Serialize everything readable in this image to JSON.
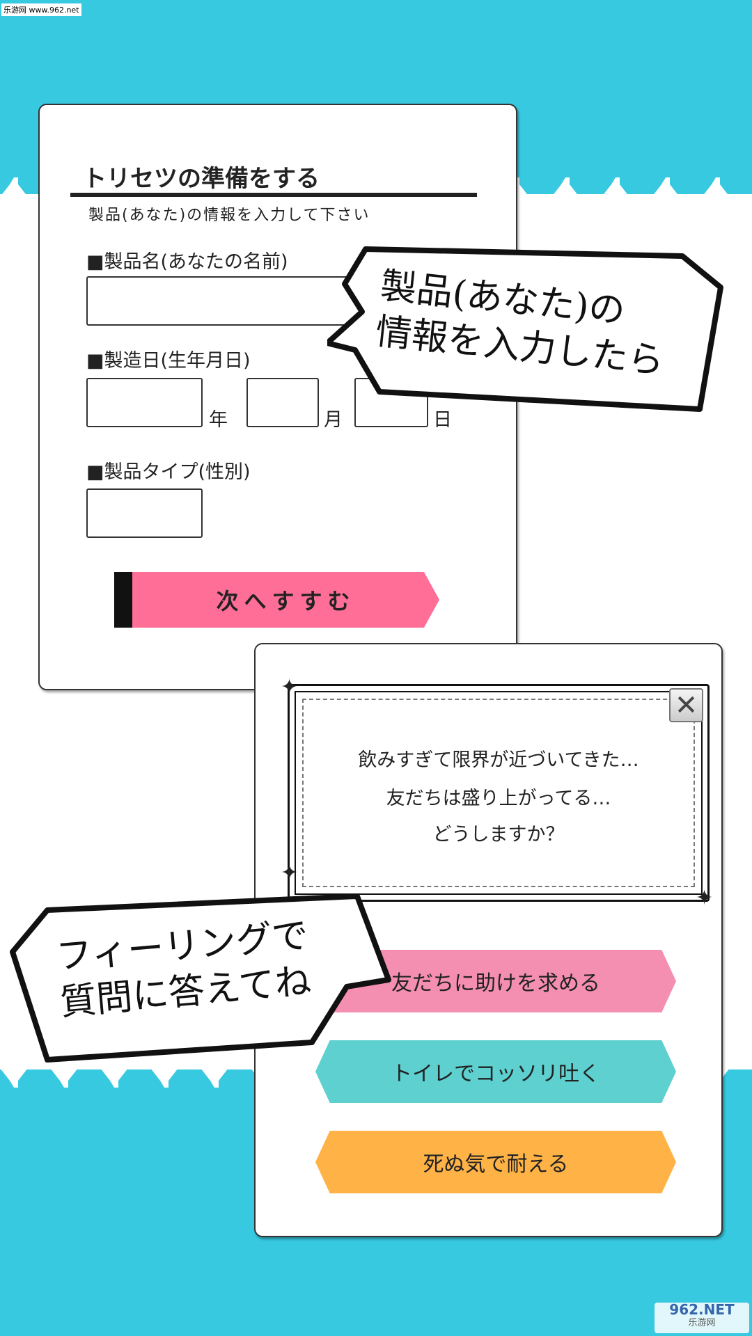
{
  "watermark_top": "乐游网 www.962.net",
  "watermark_bottom": {
    "main": "962.NET",
    "sub": "乐游网"
  },
  "colors": {
    "bg": "#36C9E0",
    "pink": "#FF6E96",
    "choice_pink": "#F48FB1",
    "choice_teal": "#5DD0CF",
    "choice_orange": "#FFB347"
  },
  "form": {
    "title": "トリセツの準備をする",
    "subtitle": "製品(あなた)の情報を入力して下さい",
    "name_label": "■製品名(あなたの名前)",
    "name_value": "",
    "date_label": "■製造日(生年月日)",
    "year_unit": "年",
    "month_unit": "月",
    "day_unit": "日",
    "year_value": "",
    "month_value": "",
    "day_value": "",
    "type_label": "■製品タイプ(性別)",
    "type_value": "",
    "next_button": "次へすすむ"
  },
  "bubble1": {
    "line1": "製品(あなた)の",
    "line2": "情報を入力したら"
  },
  "quiz": {
    "lines": [
      "飲みすぎて限界が近づいてきた…",
      "友だちは盛り上がってる…",
      "どうしますか？"
    ],
    "close_icon": "close-icon",
    "choices": [
      "友だちに助けを求める",
      "トイレでコッソリ吐く",
      "死ぬ気で耐える"
    ]
  },
  "bubble2": {
    "line1": "フィーリングで",
    "line2": "質問に答えてね"
  }
}
